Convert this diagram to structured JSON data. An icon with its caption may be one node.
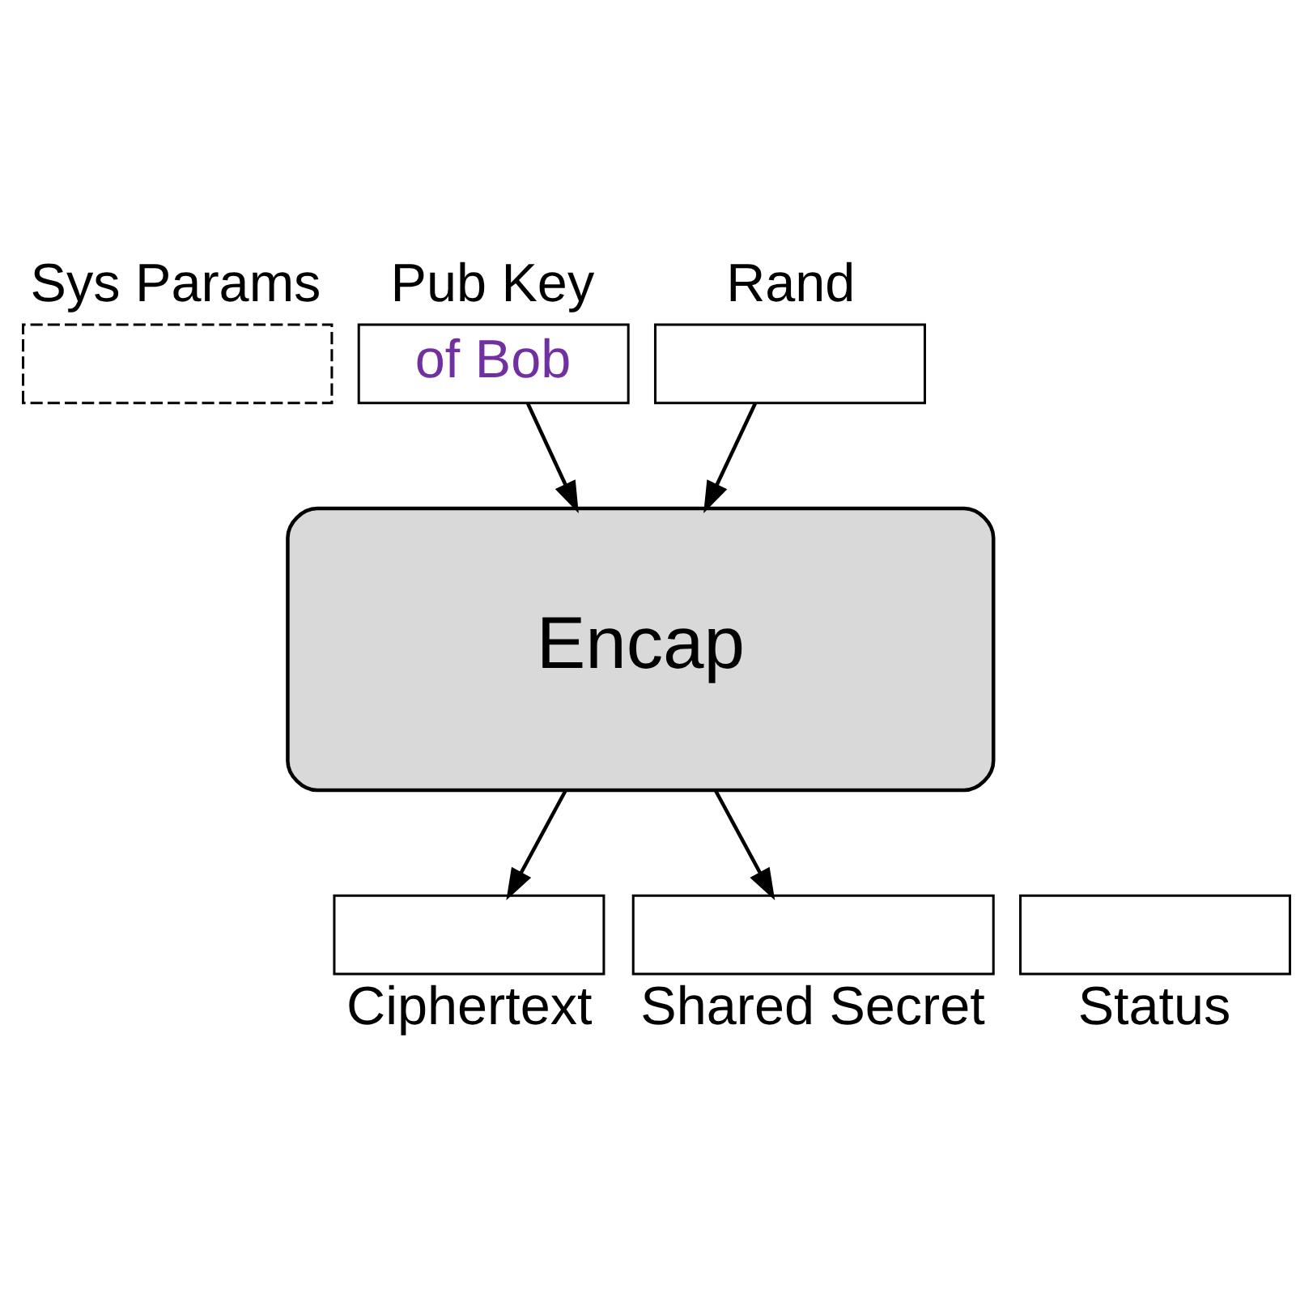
{
  "diagram": {
    "nodes": [
      {
        "text": [
          "Sys Params"
        ]
      },
      {
        "text": [
          "Pub Key",
          "of Bob"
        ]
      },
      {
        "text": [
          "Rand"
        ]
      },
      {
        "text": [
          "Encap"
        ]
      },
      {
        "text": [
          "Ciphertext"
        ]
      },
      {
        "text": [
          "Status"
        ]
      },
      {
        "text": [
          "Shared Secret"
        ]
      }
    ],
    "edges": [
      {
        "from": 1,
        "to": 3,
        "arrow": "to"
      },
      {
        "from": 2,
        "to": 3,
        "arrow": "to"
      },
      {
        "from": 3,
        "to": 4,
        "arrow": "to"
      },
      {
        "from": 3,
        "to": 6,
        "arrow": "to"
      }
    ]
  }
}
